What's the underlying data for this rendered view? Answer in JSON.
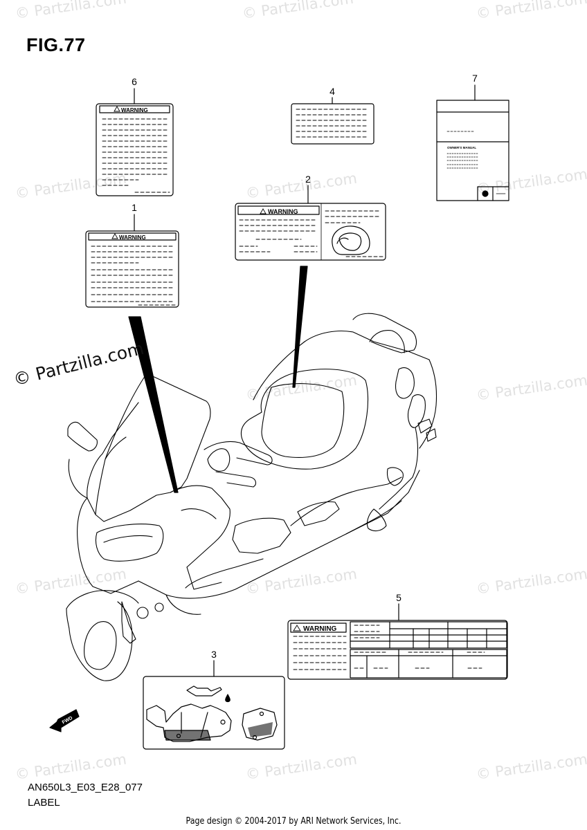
{
  "figure": {
    "title": "FIG.77",
    "code": "AN650L3_E03_E28_077",
    "caption": "LABEL"
  },
  "callouts": [
    "1",
    "2",
    "3",
    "4",
    "5",
    "6",
    "7"
  ],
  "labels": {
    "warning_text": "WARNING",
    "manual_title": "OWNER'S MANUAL",
    "fwd_text": "FWD"
  },
  "watermarks": {
    "small": "© Partzilla.com",
    "large": "© Partzilla.com"
  },
  "footer": "Page design © 2004-2017 by ARI Network Services, Inc."
}
